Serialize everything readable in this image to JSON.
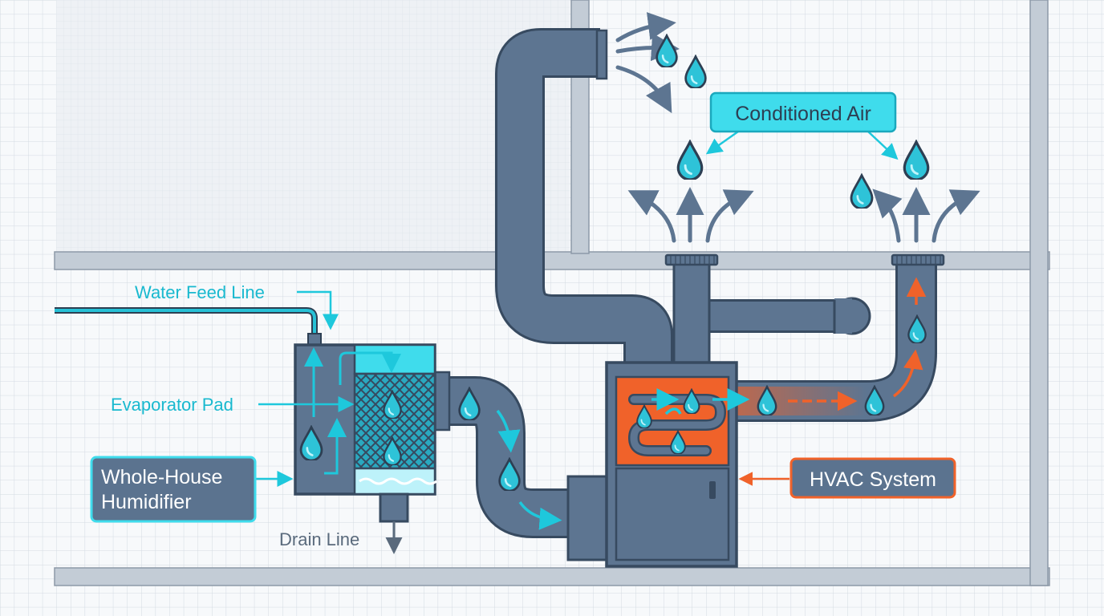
{
  "labels": {
    "conditioned_air": "Conditioned Air",
    "water_feed_line": "Water Feed Line",
    "evaporator_pad": "Evaporator Pad",
    "humidifier_line1": "Whole-House",
    "humidifier_line2": "Humidifier",
    "hvac_system": "HVAC System",
    "drain_line": "Drain Line"
  },
  "colors": {
    "duct": "#5d7591",
    "outline": "#374a60",
    "accent_cyan": "#1ec8dc",
    "label_cyan_fill": "#3fdcec",
    "heat_orange": "#f0622a",
    "wall": "#c3ccd6",
    "grid": "#d3dae2",
    "text_dark": "#2d3f53",
    "text_cyan": "#19b9cf",
    "text_gray": "#5a6a7c"
  },
  "icons": [
    "water-drop-icon",
    "airflow-arrow-icon"
  ]
}
